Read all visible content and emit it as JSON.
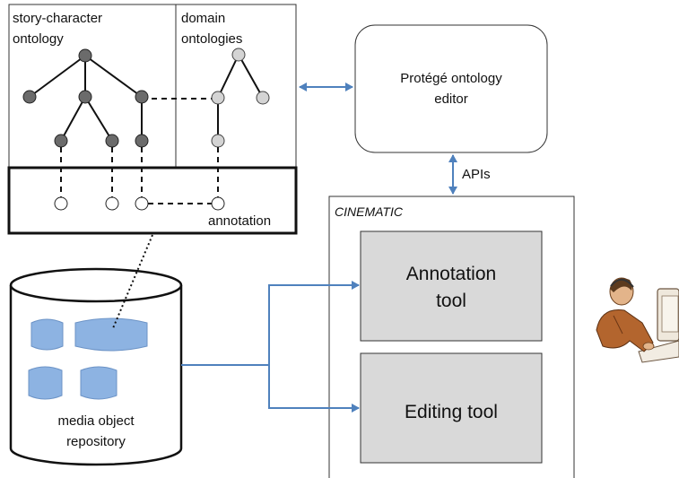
{
  "ontology_panel": {
    "story_title_line1": "story-character",
    "story_title_line2": "ontology",
    "domain_title_line1": "domain",
    "domain_title_line2": "ontologies",
    "annotation_label": "annotation"
  },
  "protege": {
    "line1": "Protégé ontology",
    "line2": "editor"
  },
  "apis_label": "APIs",
  "cinematic": {
    "title": "CINEMATIC",
    "annotation_tool_line1": "Annotation",
    "annotation_tool_line2": "tool",
    "editing_tool": "Editing tool"
  },
  "repository": {
    "line1": "media object",
    "line2": "repository"
  },
  "colors": {
    "dark_node": "#6b6b6b",
    "light_node": "#d4d4d4",
    "arrow": "#4f81bd",
    "tool_fill": "#d9d9d9",
    "media_fill": "#8db3e2"
  },
  "icons": {
    "user": "person-at-computer-icon"
  }
}
